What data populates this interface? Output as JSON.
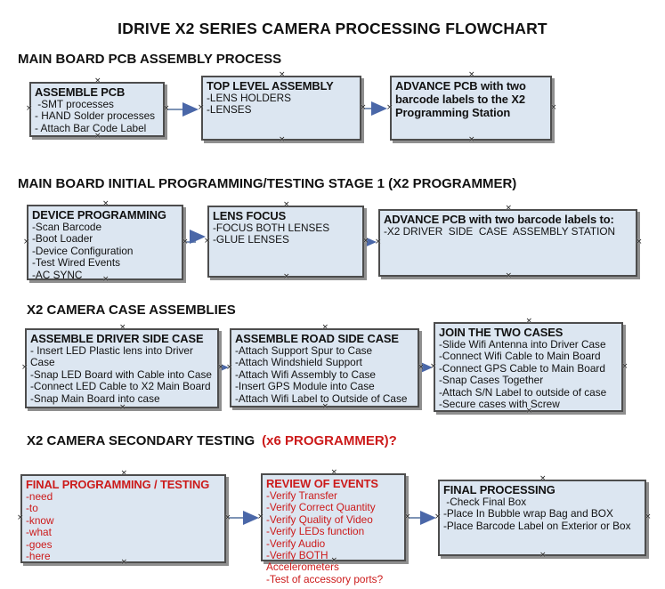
{
  "title": "IDRIVE X2  SERIES CAMERA PROCESSING FLOWCHART",
  "colors": {
    "box_fill": "#dce6f1",
    "box_border": "#4d4d4d",
    "box_shadow": "#8f8f8f",
    "arrow_line": "#7d93b5",
    "arrow_head": "#4a67a8",
    "red_text": "#cc1a1a",
    "black_text": "#111111"
  },
  "sections": [
    {
      "heading": "MAIN BOARD PCB ASSEMBLY PROCESS",
      "boxes": [
        {
          "title": "ASSEMBLE PCB",
          "items": [
            " -SMT processes",
            "- HAND Solder processes",
            "- Attach Bar Code Label"
          ]
        },
        {
          "title": "TOP LEVEL ASSEMBLY",
          "items": [
            "-LENS HOLDERS",
            "-LENSES"
          ]
        },
        {
          "title": "ADVANCE PCB with two barcode labels to the X2 Programming Station",
          "items": []
        }
      ]
    },
    {
      "heading": "MAIN BOARD INITIAL PROGRAMMING/TESTING STAGE 1 (X2 PROGRAMMER)",
      "boxes": [
        {
          "title": "DEVICE PROGRAMMING",
          "items": [
            "-Scan Barcode",
            "-Boot Loader",
            "-Device Configuration",
            "-Test Wired Events",
            "-AC SYNC"
          ]
        },
        {
          "title": "LENS FOCUS",
          "items": [
            "-FOCUS BOTH LENSES",
            "-GLUE LENSES"
          ]
        },
        {
          "title": "ADVANCE PCB with two barcode labels to:",
          "items": [
            "-X2 DRIVER  SIDE  CASE  ASSEMBLY STATION"
          ]
        }
      ]
    },
    {
      "heading": "X2 CAMERA CASE ASSEMBLIES",
      "boxes": [
        {
          "title": "ASSEMBLE DRIVER SIDE CASE",
          "items": [
            "- Insert LED Plastic lens into Driver Case",
            "-Snap LED Board with Cable into Case",
            "-Connect LED Cable to X2 Main Board",
            "-Snap Main Board into case"
          ]
        },
        {
          "title": "ASSEMBLE ROAD SIDE CASE",
          "items": [
            "-Attach Support Spur to Case",
            "-Attach Windshield Support",
            "-Attach Wifi Assembly to Case",
            "-Insert GPS Module into Case",
            "-Attach Wifi Label to Outside of Case"
          ]
        },
        {
          "title": "JOIN THE TWO CASES",
          "items": [
            "-Slide Wifi Antenna into Driver Case",
            "-Connect Wifi Cable to Main Board",
            "-Connect GPS Cable to Main Board",
            "-Snap Cases Together",
            "-Attach S/N Label to outside of case",
            "-Secure cases with Screw"
          ]
        }
      ]
    },
    {
      "heading": "X2 CAMERA SECONDARY TESTING",
      "heading_suffix": "(x6 PROGRAMMER)?",
      "boxes": [
        {
          "title": "FINAL PROGRAMMING / TESTING",
          "red_text": true,
          "items": [
            "-need",
            "-to",
            "-know",
            "-what",
            "-goes",
            "-here"
          ]
        },
        {
          "title": "REVIEW OF EVENTS",
          "red_text": true,
          "items": [
            "-Verify Transfer",
            "-Verify Correct Quantity",
            "-Verify Quality of Video",
            "-Verify LEDs function",
            "-Verify Audio",
            "-Verify BOTH Accelerometers",
            "-Test of accessory ports?"
          ]
        },
        {
          "title": "FINAL PROCESSING",
          "items": [
            " -Check Final Box",
            "-Place In Bubble wrap Bag and BOX",
            "-Place Barcode Label on Exterior or Box"
          ]
        }
      ]
    }
  ]
}
